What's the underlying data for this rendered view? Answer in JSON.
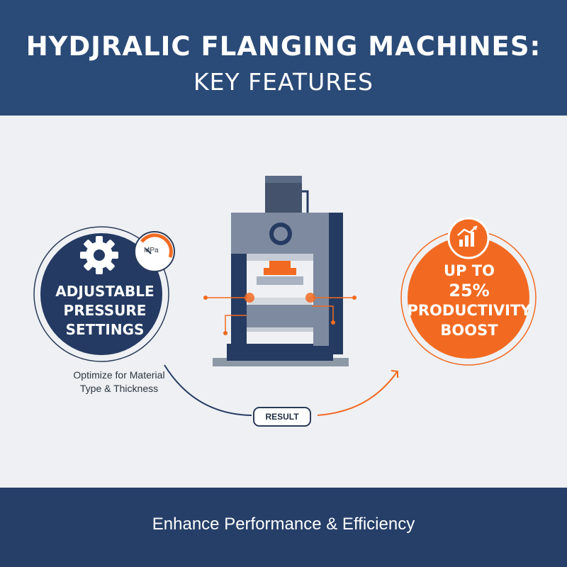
{
  "header": {
    "title_line1": "HYDJRALIC FLANGING MACHINES:",
    "title_line2": "KEY FEATURES"
  },
  "left_feature": {
    "label_line1": "ADJUSTABLE",
    "label_line2": "PRESSURE",
    "label_line3": "SETTINGS",
    "gauge_unit": "MPa",
    "note_line1": "Optimize for Material",
    "note_line2": "Type & Thickness",
    "icon": "gear-icon"
  },
  "right_feature": {
    "label_line1": "UP TO",
    "label_line2": "25%",
    "label_line3": "PRODUCTIVITY",
    "label_line4": "BOOST",
    "icon": "growth-chart-icon"
  },
  "connector": {
    "result_label": "RESULT"
  },
  "footer": {
    "tagline": "Enhance Performance & Efficiency"
  },
  "colors": {
    "navy": "#2a4a77",
    "dark_navy": "#253f68",
    "orange": "#f26a21",
    "background": "#eef0f3"
  }
}
